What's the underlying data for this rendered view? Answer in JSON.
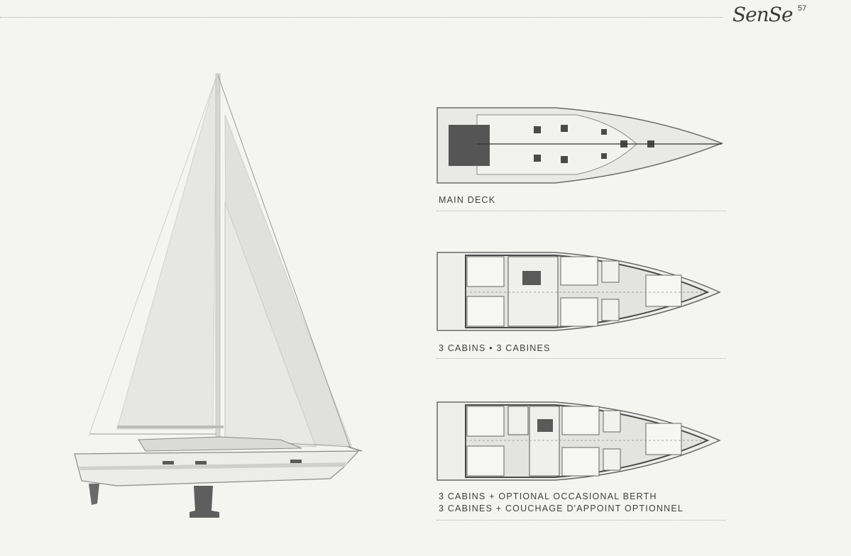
{
  "brand": {
    "logo_text": "SenSe",
    "model_number": "57"
  },
  "plans": [
    {
      "label_lines": [
        "MAIN DECK"
      ]
    },
    {
      "label_lines": [
        "3 CABINS • 3 CABINES"
      ]
    },
    {
      "label_lines": [
        "3 CABINS + OPTIONAL OCCASIONAL BERTH",
        "3 CABINES + COUCHAGE D'APPOINT OPTIONNEL"
      ]
    }
  ],
  "colors": {
    "background": "#f4f4f0",
    "hull": "#ececec",
    "sail": "#e4e4e2",
    "keel": "#6a6a6a",
    "deck_dark": "#5a5a5a",
    "interior_dark": "#4a4a4a",
    "text": "#404040"
  }
}
